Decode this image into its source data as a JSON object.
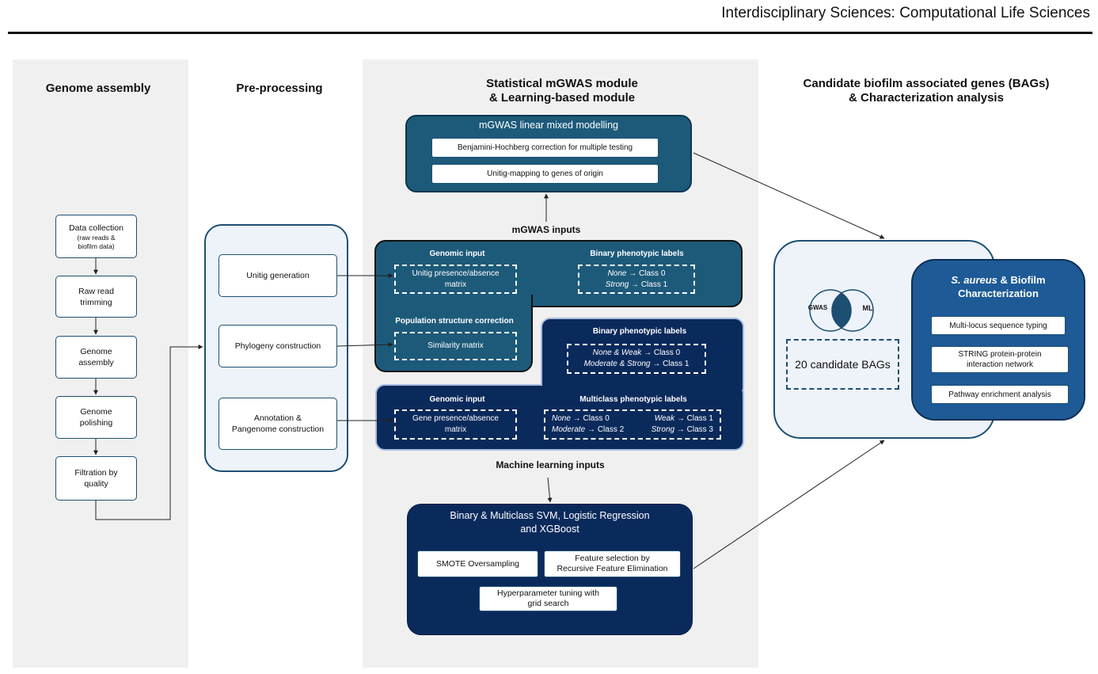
{
  "journal": "Interdisciplinary Sciences: Computational Life Sciences",
  "columns": {
    "genome_assembly": "Genome assembly",
    "preprocessing": "Pre-processing",
    "statistical_title_1": "Statistical mGWAS module",
    "statistical_title_2": "& Learning-based module",
    "candidate_title_1": "Candidate biofilm associated genes (BAGs)",
    "candidate_title_2": "& Characterization analysis"
  },
  "assembly_steps": [
    "Data collection",
    "(raw reads &",
    "biofilm data)",
    "Raw read",
    "trimming",
    "Genome",
    "assembly",
    "Genome",
    "polishing",
    "Filtration by",
    "quality"
  ],
  "preprocessing_steps": {
    "unitig": "Unitig generation",
    "phylogeny": "Phylogeny construction",
    "annotation_1": "Annotation &",
    "annotation_2": "Pangenome construction"
  },
  "mgwas": {
    "title": "mGWAS linear mixed modelling",
    "step1": "Benjamini-Hochberg correction for multiple testing",
    "step2": "Unitig-mapping to genes of origin",
    "inputs_label": "mGWAS inputs",
    "genomic_input": "Genomic input",
    "unitig_matrix_1": "Unitig presence/absence",
    "unitig_matrix_2": "matrix",
    "binary_labels": "Binary phenotypic labels",
    "none": "None",
    "class0": "Class 0",
    "strong": "Strong",
    "class1": "Class 1",
    "pop_structure": "Population structure correction",
    "similarity": "Similarity matrix"
  },
  "ml": {
    "binary_labels": "Binary phenotypic labels",
    "none_weak": "None & Weak",
    "class0": "Class 0",
    "moderate_strong": "Moderate & Strong",
    "class1": "Class 1",
    "genomic_input": "Genomic input",
    "gene_matrix_1": "Gene presence/absence",
    "gene_matrix_2": "matrix",
    "multiclass_labels": "Multiclass phenotypic labels",
    "none": "None",
    "weak": "Weak",
    "moderate": "Moderate",
    "strong": "Strong",
    "c0": "Class 0",
    "c1": "Class 1",
    "c2": "Class 2",
    "c3": "Class 3",
    "inputs_label": "Machine learning inputs",
    "model_title_1": "Binary & Multiclass SVM, Logistic Regression",
    "model_title_2": "and XGBoost",
    "smote": "SMOTE Oversampling",
    "rfe_1": "Feature selection by",
    "rfe_2": "Recursive Feature Elimination",
    "hyper_1": "Hyperparameter tuning with",
    "hyper_2": "grid search"
  },
  "candidates": {
    "venn_left": "GWAS",
    "venn_right": "ML",
    "bags": "20 candidate BAGs",
    "char_title_italic": "S. aureus",
    "char_title_rest": "& Biofilm",
    "char_title_2": "Characterization",
    "mlst": "Multi-locus sequence typing",
    "string_1": "STRING protein-protein",
    "string_2": "interaction network",
    "pathway": "Pathway enrichment analysis"
  },
  "colors": {
    "teal": "#1d5a7a",
    "navy": "#0b2a5c",
    "panel": "#f0f0f0",
    "light_blue": "#eef3fa"
  }
}
